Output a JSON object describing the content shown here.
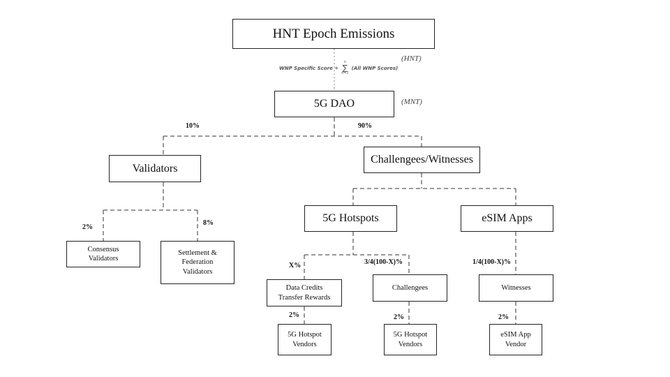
{
  "nodes": {
    "hnt": "HNT Epoch Emissions",
    "dao": "5G DAO",
    "validators": "Validators",
    "challengees_witnesses": "Challengees/Witnesses",
    "consensus": "Consensus\nValidators",
    "settlement": "Settlement &\nFederation\nValidators",
    "hotspots": "5G Hotspots",
    "esim": "eSIM Apps",
    "data_credits": "Data Credits\nTransfer Rewards",
    "challengees": "Challengees",
    "witnesses": "Witnesses",
    "vendor1": "5G Hotspot\nVendors",
    "vendor2": "5G Hotspot\nVendors",
    "vendor3": "eSIM App\nVendor"
  },
  "units": {
    "hnt": "(HNT)",
    "mnt": "(MNT)"
  },
  "formula": {
    "left": "WNP Specific Score ÷",
    "sigma": "∑",
    "upper": "n",
    "lower": "n=1",
    "right": "(All WNP Scores)"
  },
  "percentages": {
    "p10": "10%",
    "p90": "90%",
    "p2a": "2%",
    "p8": "8%",
    "px": "X%",
    "p34": "3/4(100-X)%",
    "p14": "1/4(100-X)%",
    "p2b": "2%",
    "p2c": "2%",
    "p2d": "2%"
  }
}
